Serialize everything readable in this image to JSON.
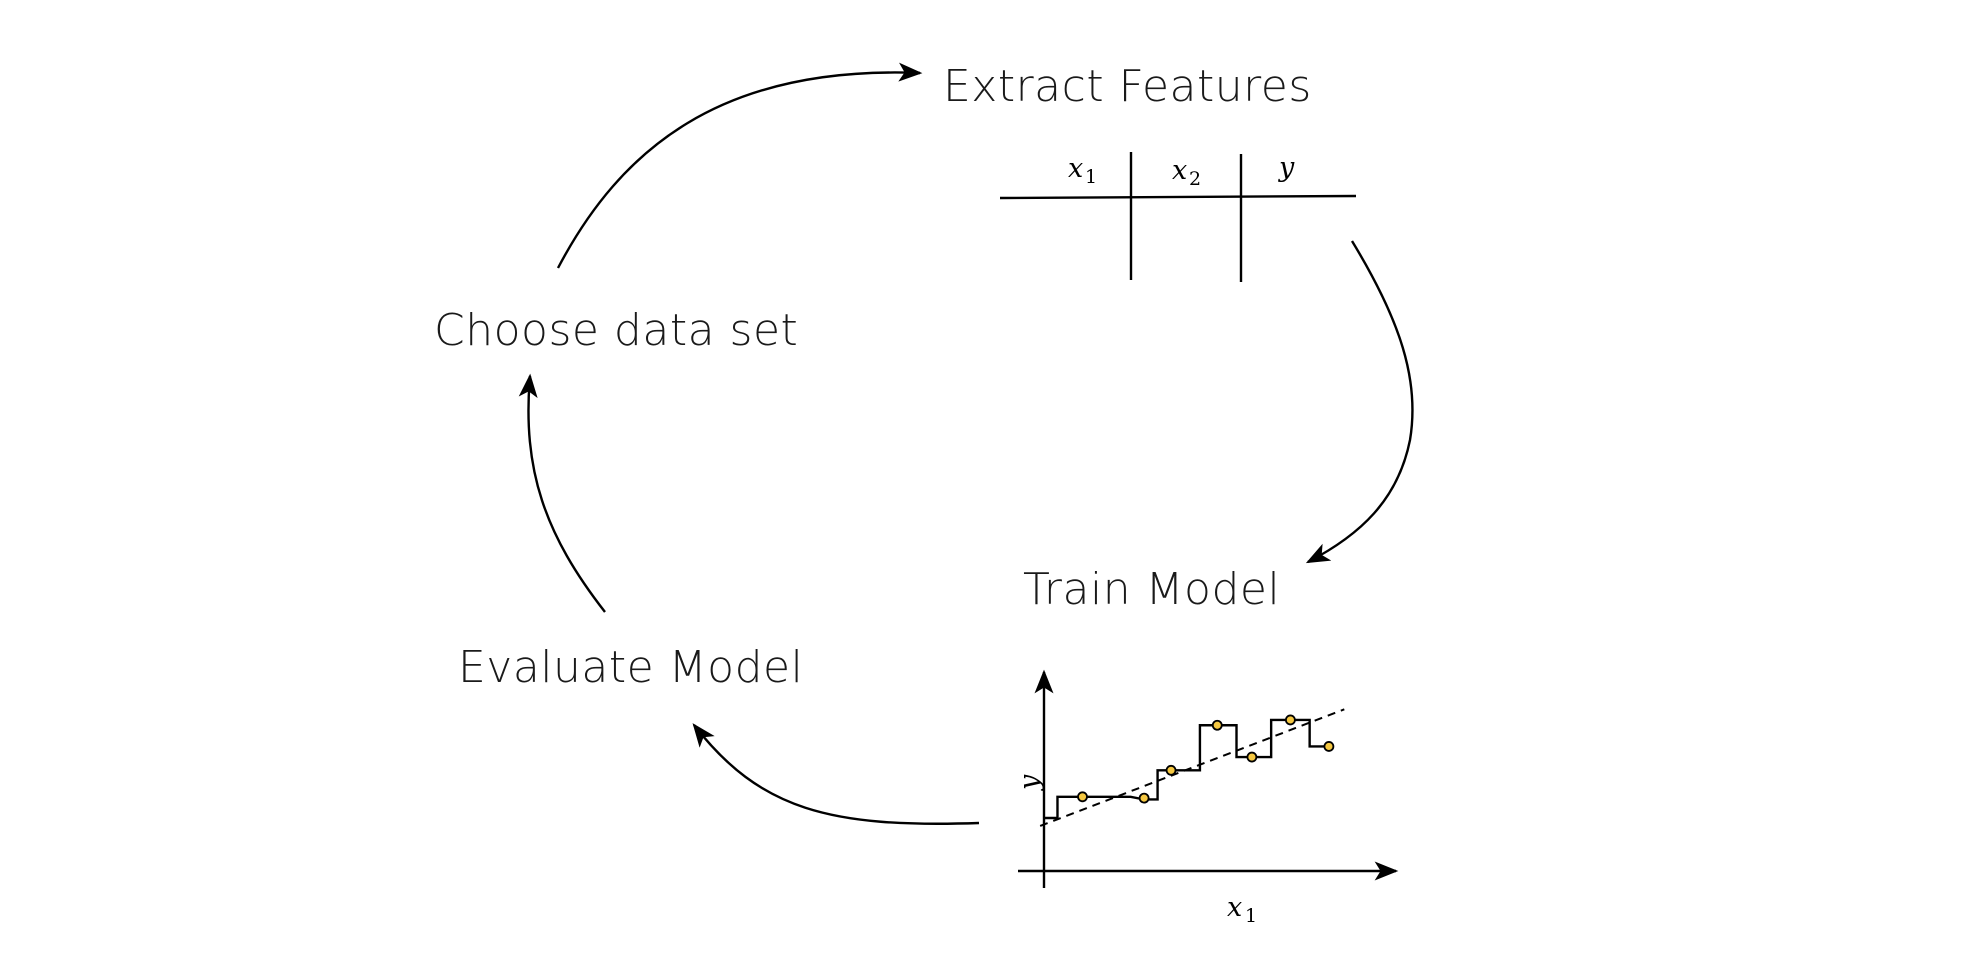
{
  "diagram": {
    "title": "Machine learning workflow cycle",
    "stages": [
      {
        "id": "extract",
        "label": "Extract Features"
      },
      {
        "id": "train",
        "label": "Train Model"
      },
      {
        "id": "evaluate",
        "label": "Evaluate Model"
      },
      {
        "id": "choose",
        "label": "Choose data set"
      }
    ],
    "flow": [
      {
        "from": "choose",
        "to": "extract"
      },
      {
        "from": "extract",
        "to": "train"
      },
      {
        "from": "train",
        "to": "evaluate"
      },
      {
        "from": "evaluate",
        "to": "choose"
      }
    ],
    "feature_table": {
      "columns": [
        {
          "var": "x",
          "sub": "1"
        },
        {
          "var": "x",
          "sub": "2"
        },
        {
          "var": "y",
          "sub": ""
        }
      ]
    },
    "model_plot": {
      "x_label": {
        "var": "x",
        "sub": "1"
      },
      "y_label": {
        "var": "y"
      },
      "point_color": "#f5c842",
      "points": [
        [
          1.0,
          2.8
        ],
        [
          2.6,
          2.75
        ],
        [
          3.3,
          3.8
        ],
        [
          4.5,
          5.5
        ],
        [
          5.4,
          4.3
        ],
        [
          6.4,
          5.7
        ],
        [
          7.4,
          4.7
        ]
      ],
      "step_fit": [
        [
          0.0,
          2.0
        ],
        [
          0.35,
          2.0
        ],
        [
          0.35,
          2.8
        ],
        [
          2.25,
          2.8
        ],
        [
          2.6,
          2.7
        ],
        [
          2.95,
          2.7
        ],
        [
          2.95,
          3.8
        ],
        [
          4.05,
          3.8
        ],
        [
          4.05,
          5.5
        ],
        [
          5.0,
          5.5
        ],
        [
          5.0,
          4.3
        ],
        [
          5.9,
          4.3
        ],
        [
          5.9,
          5.7
        ],
        [
          6.9,
          5.7
        ],
        [
          6.9,
          4.7
        ],
        [
          7.4,
          4.7
        ]
      ],
      "linear_fit": [
        [
          -0.1,
          1.7
        ],
        [
          7.8,
          6.1
        ]
      ],
      "x_range": [
        -0.8,
        9.6
      ],
      "y_range": [
        -0.4,
        7.0
      ]
    }
  }
}
